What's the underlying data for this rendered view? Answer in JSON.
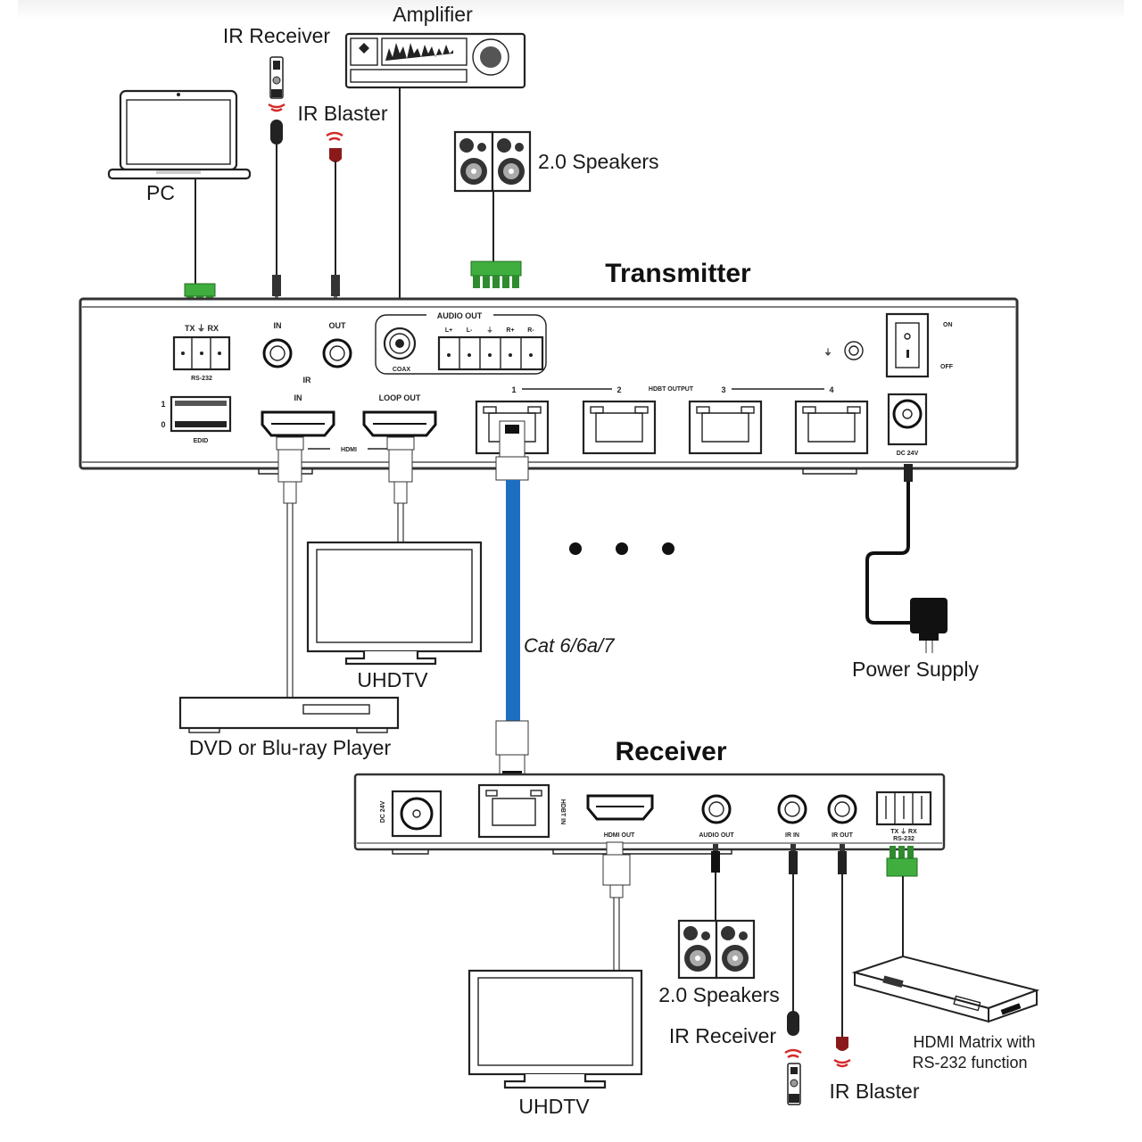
{
  "transmitter": {
    "title": "Transmitter",
    "ports": {
      "rs232_pins": "TX  ⏚  RX",
      "rs232": "RS-232",
      "ir_in": "IN",
      "ir_out": "OUT",
      "ir": "IR",
      "audio_out": "AUDIO OUT",
      "audio_pins": [
        "L+",
        "L-",
        "⏚",
        "R+",
        "R-"
      ],
      "coax": "COAX",
      "edid_1": "1",
      "edid_0": "0",
      "edid": "EDID",
      "hdmi_in": "IN",
      "hdmi_loop_out": "LOOP OUT",
      "hdmi": "HDMI",
      "hdbt_output": "HDBT OUTPUT",
      "hdbt_numbers": [
        "1",
        "2",
        "3",
        "4"
      ],
      "ground": "⏚",
      "on": "ON",
      "off": "OFF",
      "dc": "DC 24V"
    }
  },
  "receiver": {
    "title": "Receiver",
    "ports": {
      "dc": "DC 24V",
      "hdbt_in": "HDBT IN",
      "hdmi_out": "HDMI OUT",
      "audio_out": "AUDIO OUT",
      "ir_in": "IR IN",
      "ir_out": "IR OUT",
      "rs232_pins": "TX ⏚ RX",
      "rs232": "RS-232"
    }
  },
  "devices": {
    "pc": "PC",
    "ir_receiver_top": "IR Receiver",
    "ir_blaster_top": "IR Blaster",
    "amplifier": "Amplifier",
    "speakers_top": "2.0 Speakers",
    "uhdtv_top": "UHDTV",
    "dvd_player": "DVD or Blu-ray Player",
    "cable": "Cat 6/6a/7",
    "power_supply": "Power Supply",
    "uhdtv_bottom": "UHDTV",
    "speakers_bottom": "2.0 Speakers",
    "ir_receiver_bottom": "IR Receiver",
    "ir_blaster_bottom": "IR Blaster",
    "hdmi_matrix_line1": "HDMI Matrix with",
    "hdmi_matrix_line2": "RS-232 function"
  },
  "colors": {
    "cat_cable": "#1f6fc1",
    "terminal_green": "#3fae3f",
    "ir_red": "#d42a2a",
    "blaster_body": "#8a1a1a"
  }
}
